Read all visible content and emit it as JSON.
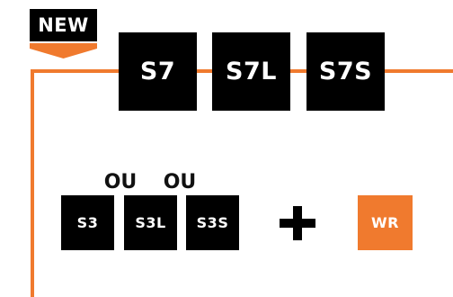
{
  "badge": {
    "label": "NEW"
  },
  "new_series": {
    "items": [
      "S7",
      "S7L",
      "S7S"
    ]
  },
  "legacy_series": {
    "items": [
      "S3",
      "S3L",
      "S3S"
    ],
    "separator": "OU"
  },
  "addon": {
    "label": "WR"
  },
  "colors": {
    "accent": "#f07a2e",
    "box": "#000000"
  }
}
